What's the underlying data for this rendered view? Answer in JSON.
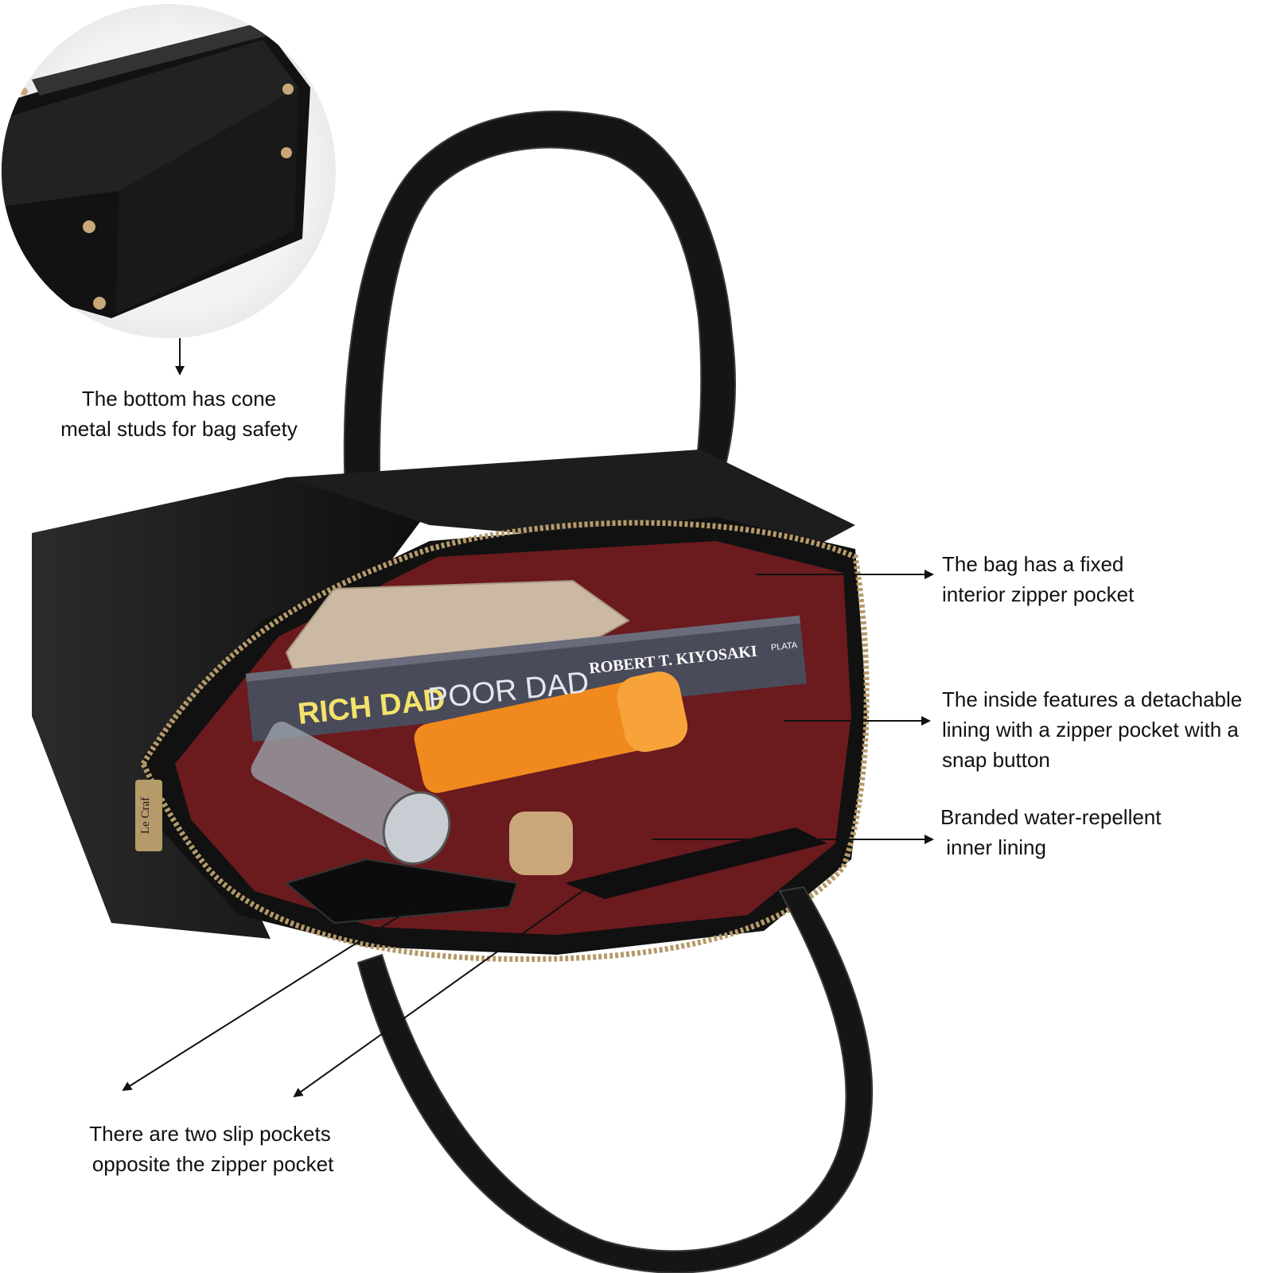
{
  "colors": {
    "background": "#ffffff",
    "leather": "#141414",
    "leather_highlight": "#3a3a3a",
    "lining": "#7a1e22",
    "zipper": "#b59a6a",
    "pouch": "#cbb9a4",
    "book": "#4a4b5a",
    "book_title": "#f3e36a",
    "tube": "#f08a1e",
    "annotation_line": "#111111",
    "text": "#111111"
  },
  "product": {
    "brand_tag": "Le Craf",
    "book_title_1": "RICH DAD",
    "book_title_2": "POOR DAD",
    "book_author": "ROBERT T. KIYOSAKI",
    "book_publisher": "PLATA"
  },
  "callouts": {
    "bottom_studs": [
      "The bottom has cone",
      "metal studs for bag safety"
    ],
    "fixed_zipper_pocket": [
      "The bag has a fixed",
      "interior zipper pocket"
    ],
    "detachable_lining": [
      "The inside features a detachable",
      "lining with a zipper pocket with a",
      "snap button"
    ],
    "water_repellent_lining": [
      "Branded water-repellent",
      " inner lining"
    ],
    "slip_pockets": [
      "There are two slip pockets",
      " opposite the zipper pocket"
    ]
  }
}
